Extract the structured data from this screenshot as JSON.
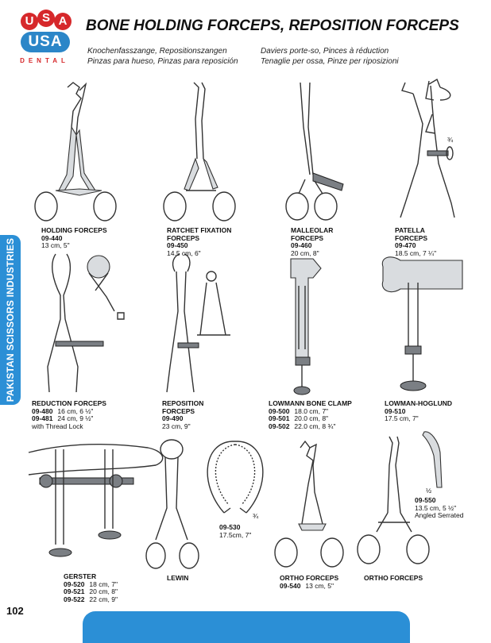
{
  "logo": {
    "letters": [
      "U",
      "S",
      "A"
    ],
    "text_usa": "USA",
    "text_dental": "DENTAL"
  },
  "header": {
    "title": "BONE HOLDING FORCEPS, REPOSITION FORCEPS",
    "sub_de": "Knochenfasszange, Repositionszangen",
    "sub_fr": "Daviers porte-so, Pinces à réduction",
    "sub_es": "Pinzas para hueso, Pinzas para reposición",
    "sub_it": "Tenaglie per ossa, Pinze per riposizioni"
  },
  "side_tab": "PAKISTAN SCISSORS INDUSTRIES",
  "page_number": "102",
  "products": [
    {
      "name": "HOLDING FORCEPS",
      "rows": [
        {
          "code": "09-440",
          "size": ""
        },
        {
          "code": "",
          "size": "13 cm, 5\""
        }
      ]
    },
    {
      "name": "RATCHET FIXATION",
      "name2": "FORCEPS",
      "rows": [
        {
          "code": "09-450",
          "size": ""
        },
        {
          "code": "",
          "size": "14.5 cm, 6\""
        }
      ]
    },
    {
      "name": "MALLEOLAR",
      "name2": "FORCEPS",
      "rows": [
        {
          "code": "09-460",
          "size": ""
        },
        {
          "code": "",
          "size": "20 cm, 8\""
        }
      ]
    },
    {
      "name": "PATELLA",
      "name2": "FORCEPS",
      "rows": [
        {
          "code": "09-470",
          "size": ""
        },
        {
          "code": "",
          "size": "18.5 cm, 7 ¼\""
        }
      ]
    },
    {
      "name": "REDUCTION FORCEPS",
      "rows": [
        {
          "code": "09-480",
          "size": "16 cm, 6 ½\""
        },
        {
          "code": "09-481",
          "size": "24 cm, 9 ½\""
        }
      ],
      "note": "with Thread Lock"
    },
    {
      "name": "REPOSITION",
      "name2": "FORCEPS",
      "rows": [
        {
          "code": "09-490",
          "size": ""
        },
        {
          "code": "",
          "size": "23 cm, 9\""
        }
      ]
    },
    {
      "name": "LOWMANN BONE CLAMP",
      "rows": [
        {
          "code": "09-500",
          "size": "18.0 cm, 7\""
        },
        {
          "code": "09-501",
          "size": "20.0 cm, 8\""
        },
        {
          "code": "09-502",
          "size": "22.0 cm, 8 ¾\""
        }
      ]
    },
    {
      "name": "LOWMAN-HOGLUND",
      "rows": [
        {
          "code": "09-510",
          "size": ""
        },
        {
          "code": "",
          "size": "17.5 cm, 7\""
        }
      ]
    },
    {
      "name": "GERSTER",
      "rows": [
        {
          "code": "09-520",
          "size": "18 cm, 7\""
        },
        {
          "code": "09-521",
          "size": "20 cm, 8\""
        },
        {
          "code": "09-522",
          "size": "22 cm, 9\""
        }
      ]
    },
    {
      "name": "LEWIN",
      "rows": []
    },
    {
      "name": "",
      "rows": [
        {
          "code": "09-530",
          "size": ""
        },
        {
          "code": "",
          "size": "17.5cm, 7\""
        }
      ]
    },
    {
      "name": "ORTHO FORCEPS",
      "rows": [
        {
          "code": "09-540",
          "size": "13 cm, 5\""
        }
      ]
    },
    {
      "name": "ORTHO FORCEPS",
      "rows": []
    },
    {
      "name": "",
      "rows": [
        {
          "code": "09-550",
          "size": ""
        },
        {
          "code": "",
          "size": "13.5 cm, 5 ½\""
        }
      ],
      "note": "Angled Serrated"
    }
  ],
  "scale_marks": {
    "patella": "¾",
    "lewin": "¾",
    "angled": "½"
  }
}
